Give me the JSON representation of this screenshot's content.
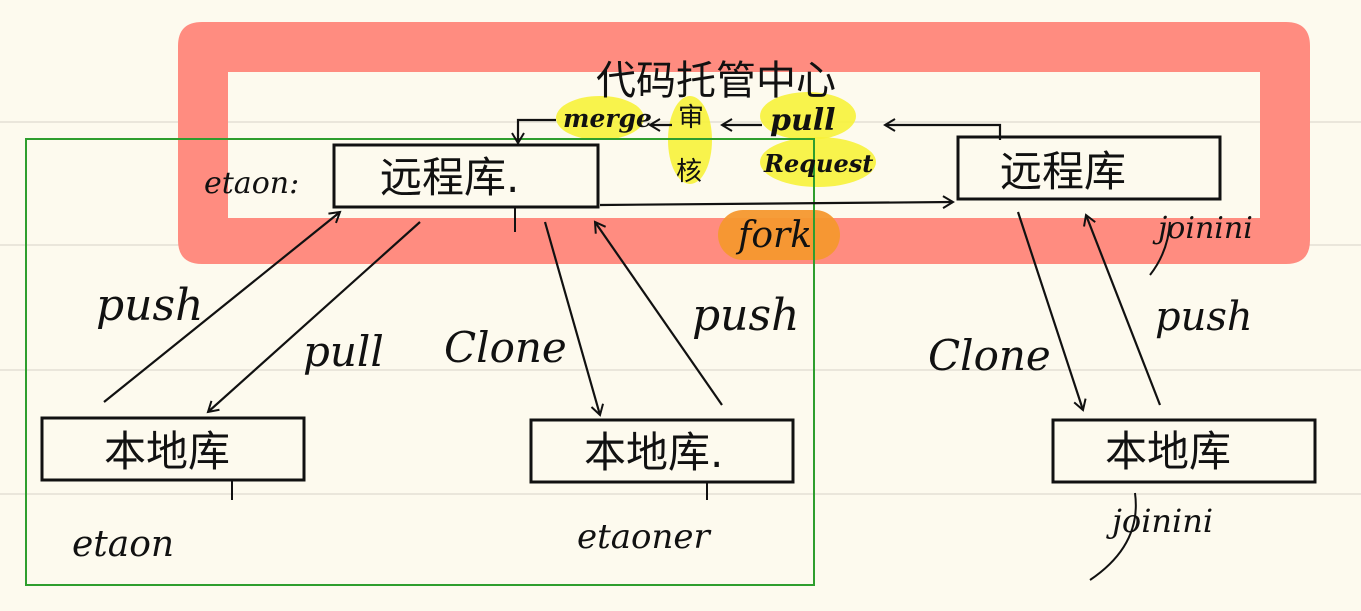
{
  "colors": {
    "background": "#fdfaee",
    "ruled_line": "#dedbd0",
    "hosting_band": "#ff8c80",
    "green_frame": "#2e9e2e",
    "highlight_yellow": "#f7f23a",
    "highlight_orange": "#f5982e",
    "ink": "#111111"
  },
  "hosting_center": {
    "title": "代码托管中心"
  },
  "workflow": {
    "merge": "merge",
    "review": "审核",
    "pull_request_1": "pull",
    "pull_request_2": "Request",
    "fork": "fork"
  },
  "owner": {
    "name_label": "etaon:",
    "remote_repo": "远程库."
  },
  "fork_side": {
    "remote_repo": "远程库",
    "owner_label": "joinini"
  },
  "local_repos": {
    "etaon_repo": "本地库",
    "etaon_label": "etaon",
    "etaoner_repo": "本地库.",
    "etaoner_label": "etaoner",
    "joinini_repo": "本地库",
    "joinini_label": "joinini"
  },
  "actions": {
    "push_1": "push",
    "pull_1": "pull",
    "clone_1": "Clone",
    "push_2": "push",
    "clone_2": "Clone",
    "push_3": "push"
  }
}
